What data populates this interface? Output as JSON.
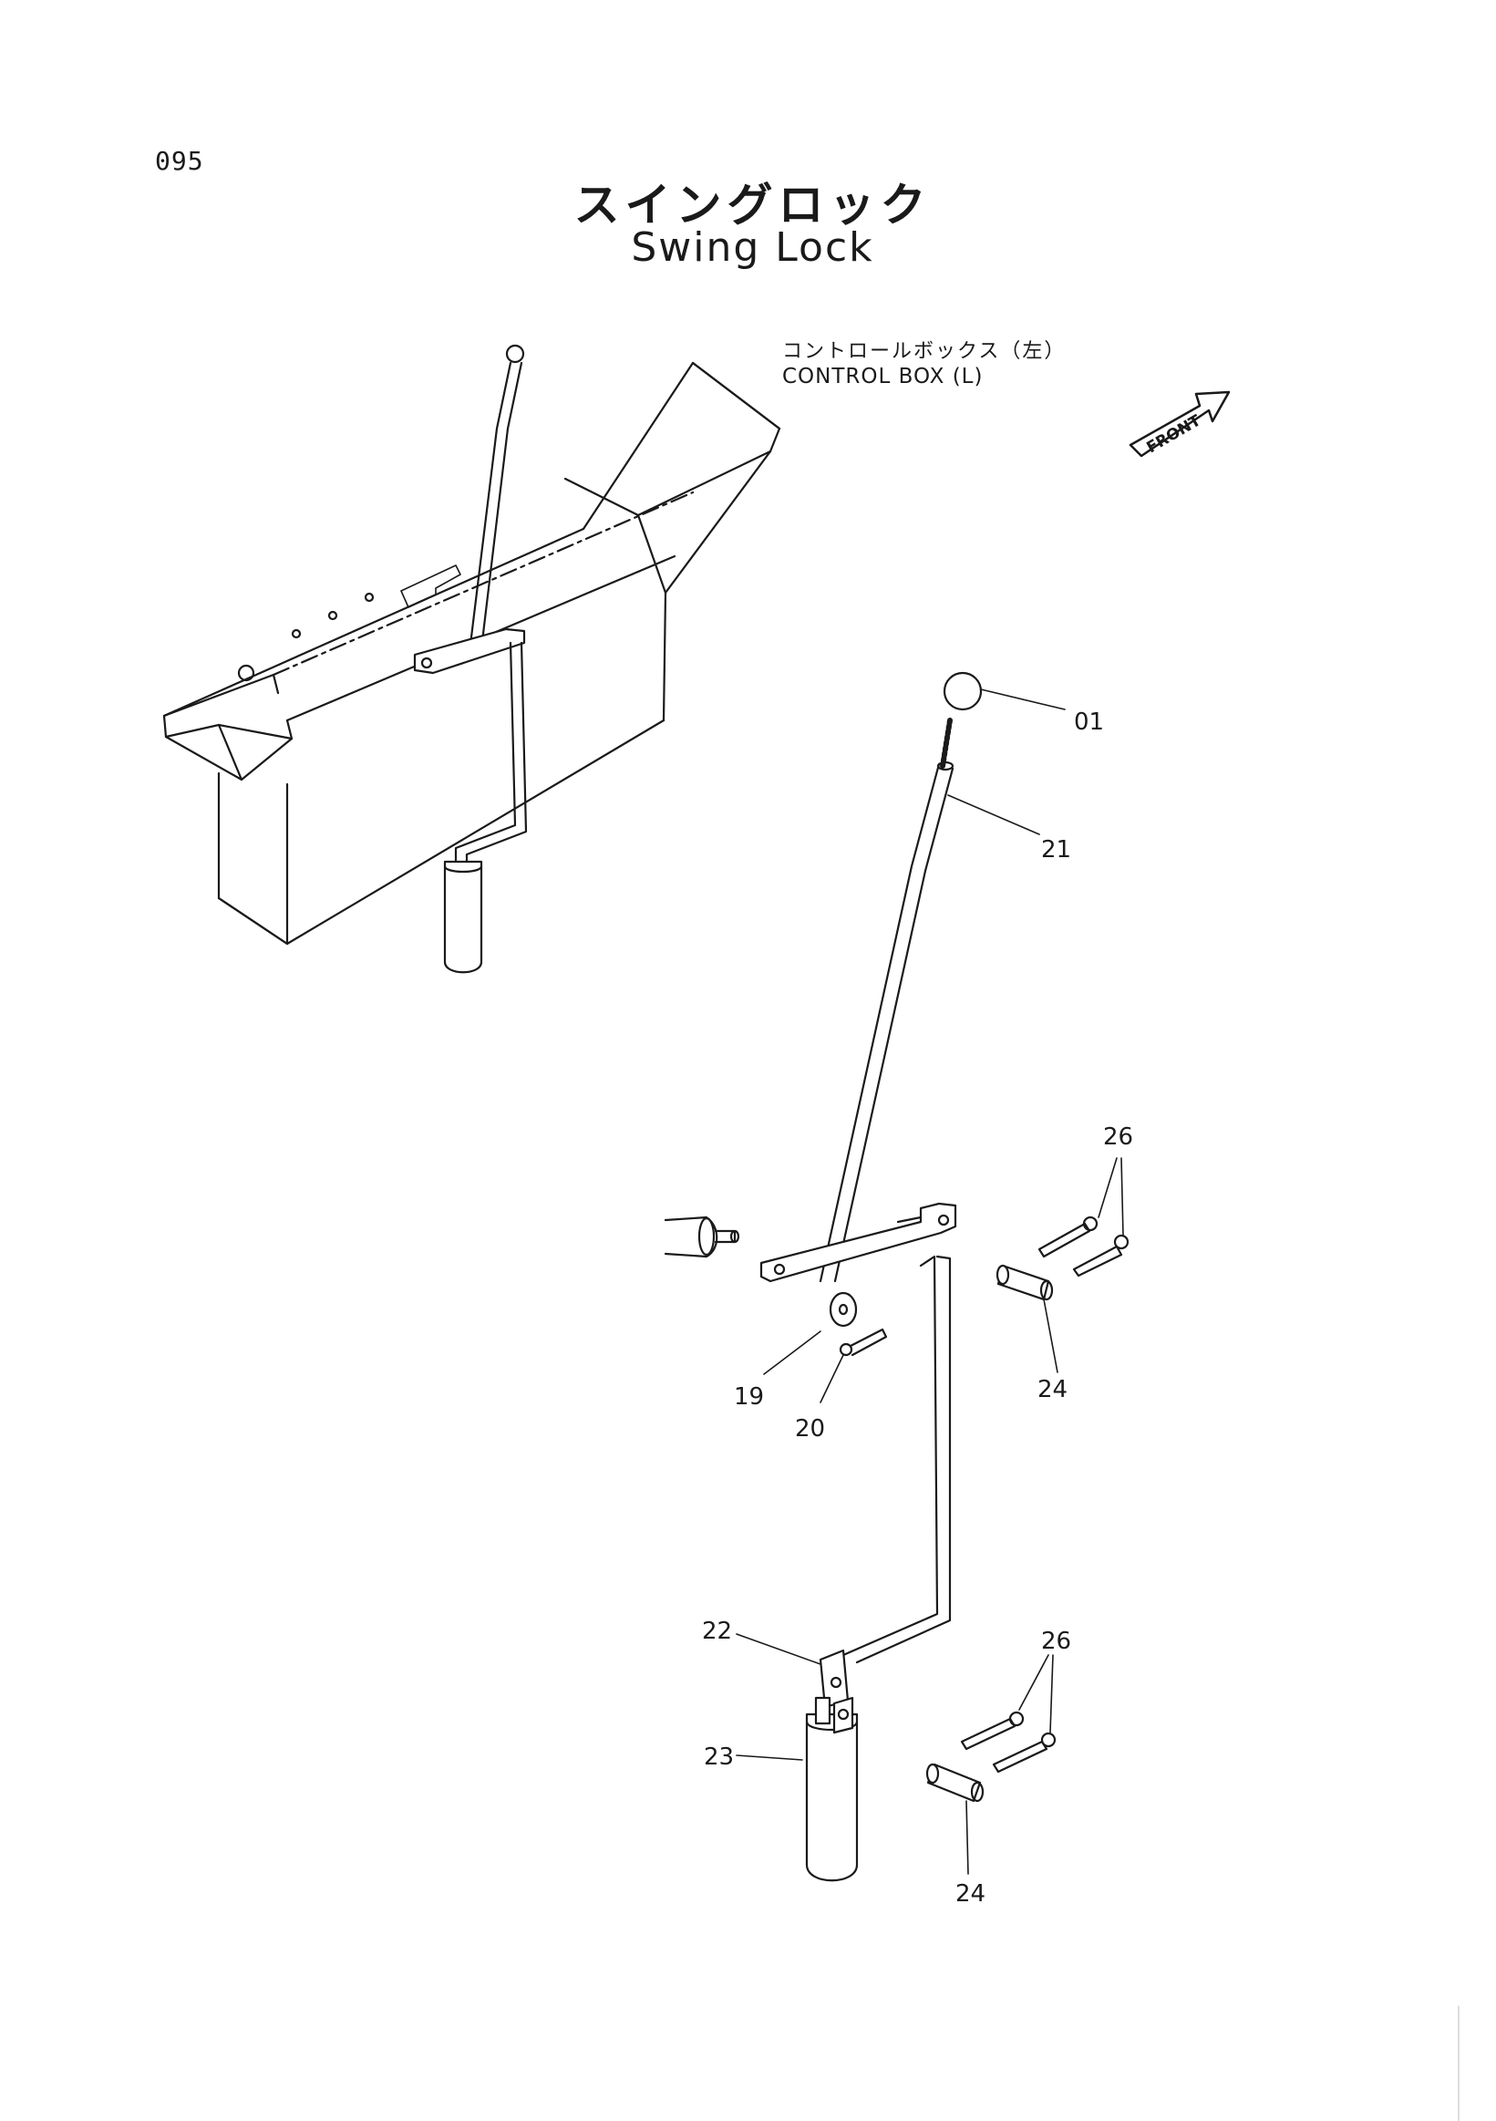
{
  "page": {
    "number": "095"
  },
  "title": {
    "jp": "スイングロック",
    "en": "Swing Lock"
  },
  "control_box_label": {
    "jp": "コントロールボックス（左）",
    "en": "CONTROL BOX (L)"
  },
  "front_indicator": {
    "text": "FRONT"
  },
  "callouts": [
    {
      "id": "c01",
      "text": "01"
    },
    {
      "id": "c21",
      "text": "21"
    },
    {
      "id": "c26a",
      "text": "26"
    },
    {
      "id": "c19",
      "text": "19"
    },
    {
      "id": "c20",
      "text": "20"
    },
    {
      "id": "c24a",
      "text": "24"
    },
    {
      "id": "c22",
      "text": "22"
    },
    {
      "id": "c26b",
      "text": "26"
    },
    {
      "id": "c23",
      "text": "23"
    },
    {
      "id": "c24b",
      "text": "24"
    }
  ]
}
